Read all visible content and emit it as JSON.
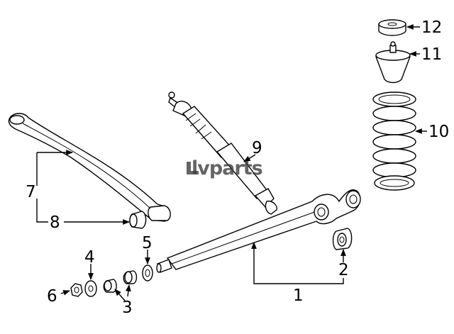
{
  "watermark": "lvparts",
  "callouts": {
    "c1": "1",
    "c2": "2",
    "c3": "3",
    "c4": "4",
    "c5": "5",
    "c6": "6",
    "c7": "7",
    "c8": "8",
    "c9": "9",
    "c10": "10",
    "c11": "11",
    "c12": "12"
  }
}
